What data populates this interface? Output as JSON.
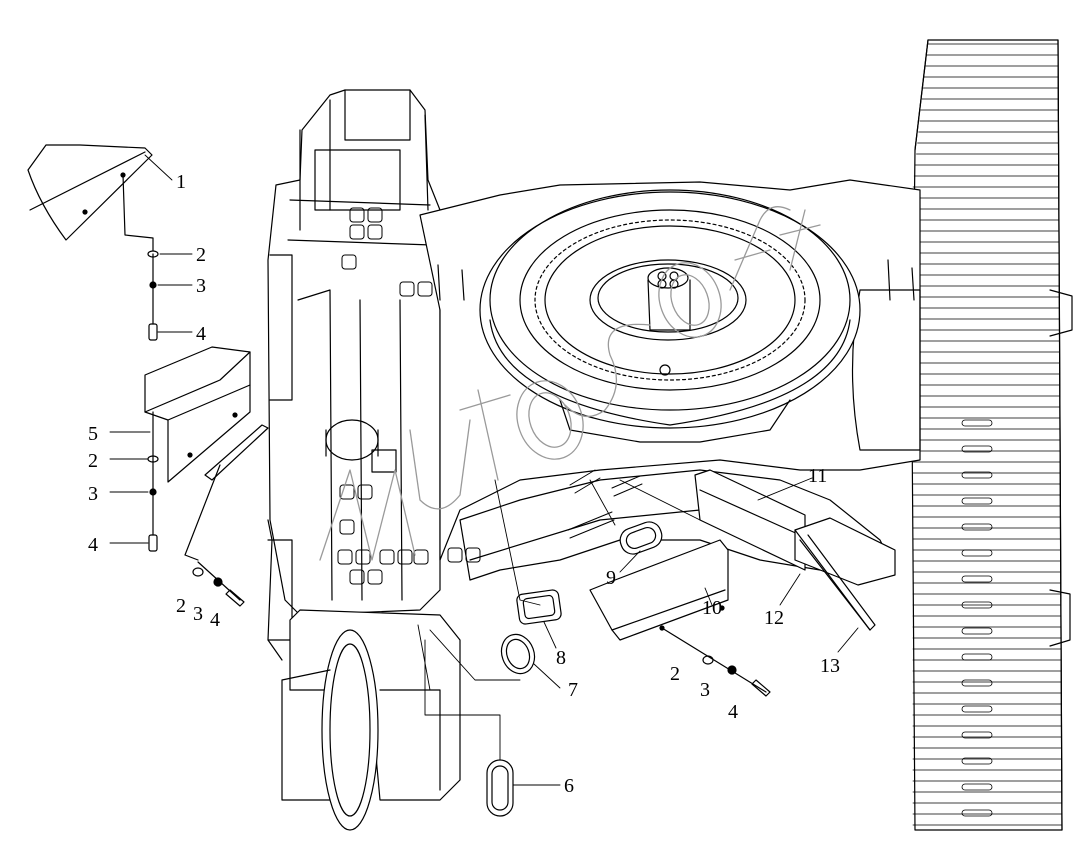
{
  "diagram": {
    "type": "exploded-parts-diagram",
    "line_color": "#000000",
    "background": "#ffffff",
    "watermark_color": "#9a9a9a",
    "callouts": [
      {
        "id": "c1",
        "label": "1"
      },
      {
        "id": "c2a",
        "label": "2"
      },
      {
        "id": "c3a",
        "label": "3"
      },
      {
        "id": "c4a",
        "label": "4"
      },
      {
        "id": "c5",
        "label": "5"
      },
      {
        "id": "c2b",
        "label": "2"
      },
      {
        "id": "c3b",
        "label": "3"
      },
      {
        "id": "c4b",
        "label": "4"
      },
      {
        "id": "c2c",
        "label": "2"
      },
      {
        "id": "c3c",
        "label": "3"
      },
      {
        "id": "c4c",
        "label": "4"
      },
      {
        "id": "c8",
        "label": "8"
      },
      {
        "id": "c9",
        "label": "9"
      },
      {
        "id": "c10",
        "label": "10"
      },
      {
        "id": "c11",
        "label": "11"
      },
      {
        "id": "c12",
        "label": "12"
      },
      {
        "id": "c13",
        "label": "13"
      },
      {
        "id": "c7",
        "label": "7"
      },
      {
        "id": "c6",
        "label": "6"
      },
      {
        "id": "c2d",
        "label": "2"
      },
      {
        "id": "c3d",
        "label": "3"
      },
      {
        "id": "c4d",
        "label": "4"
      }
    ]
  }
}
